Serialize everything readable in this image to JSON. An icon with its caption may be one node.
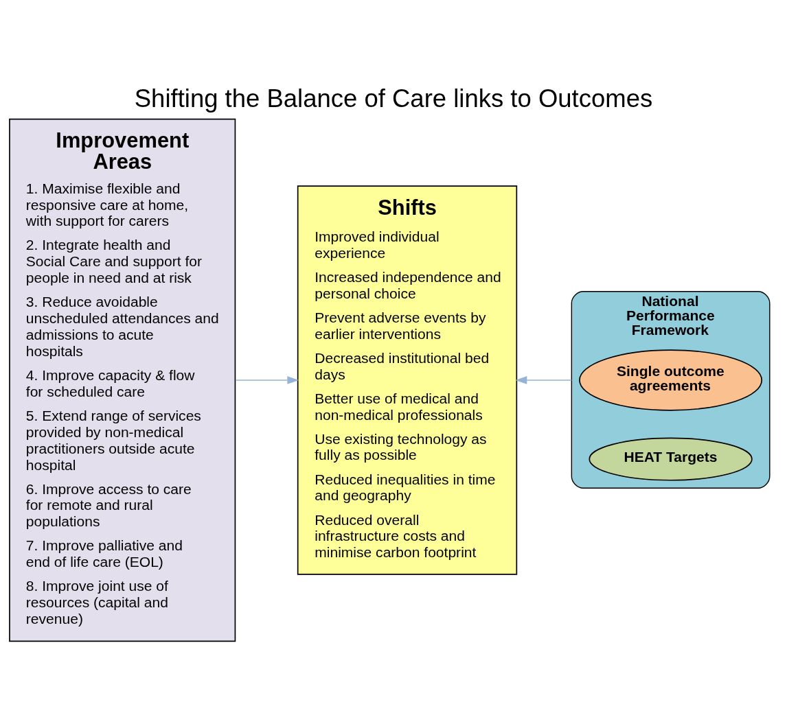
{
  "diagram": {
    "title": "Shifting the Balance of Care links to Outcomes",
    "nodes": [
      {
        "text": [
          "Improvement Areas",
          "1. Maximise flexible and responsive care at home, with support for carers",
          "2. Integrate health and Social Care and support for people in need and at risk",
          "3. Reduce avoidable unscheduled attendances and admissions to acute hospitals",
          "4. Improve capacity & flow for scheduled care",
          "5. Extend range of services provided by non-medical practitioners outside acute hospital",
          "6. Improve access to care for remote and rural populations",
          "7. Improve palliative and end of life care (EOL)",
          "8. Improve joint use of resources (capital and revenue)"
        ]
      },
      {
        "text": [
          "Shifts",
          "Improved individual experience",
          "Increased independence and personal choice",
          "Prevent adverse events by earlier interventions",
          "Decreased institutional bed days",
          "Better use of medical and non-medical professionals",
          "Use existing technology as fully as possible",
          "Reduced inequalities in time and geography",
          "Reduced overall infrastructure costs and minimise carbon footprint"
        ]
      },
      {
        "text": [
          "National Performance Framework"
        ]
      },
      {
        "text": [
          "Single outcome agreements"
        ],
        "in": 2
      },
      {
        "text": [
          "HEAT Targets"
        ],
        "in": 2
      }
    ],
    "edges": [
      {
        "from": 0,
        "to": 1,
        "arrow": "to"
      },
      {
        "from": 2,
        "to": 1,
        "arrow": "to"
      }
    ]
  }
}
